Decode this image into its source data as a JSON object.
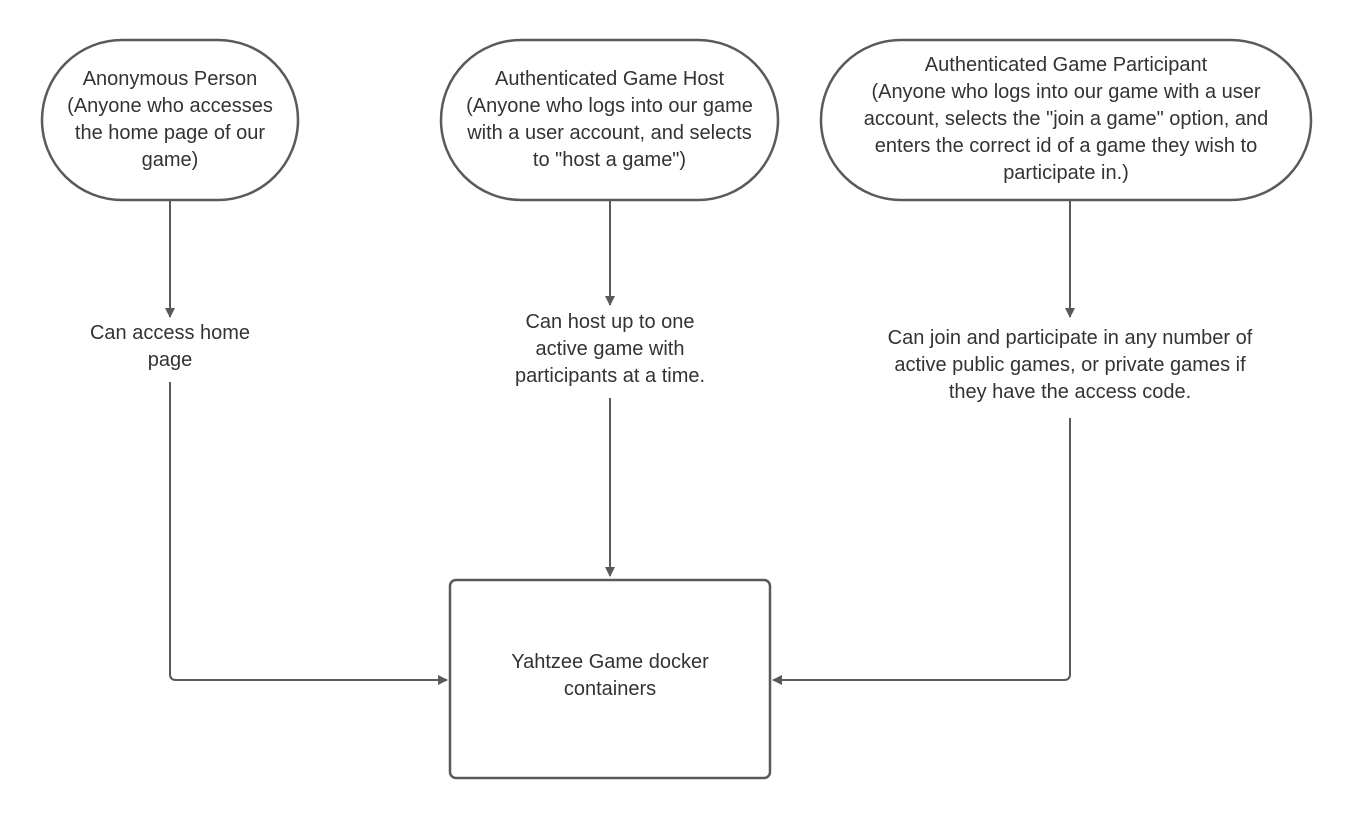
{
  "colors": {
    "line": "#5a5a5a",
    "text": "#333333",
    "background": "#ffffff"
  },
  "nodes": {
    "anonymous": {
      "lines": [
        "Anonymous Person",
        "(Anyone who accesses",
        "the home page of our",
        "game)"
      ]
    },
    "host": {
      "lines": [
        "Authenticated Game Host",
        "(Anyone who logs into our game",
        "with a user account, and selects",
        "to \"host a game\")"
      ]
    },
    "participant": {
      "lines": [
        "Authenticated Game Participant",
        "(Anyone who logs into our game with a user",
        "account, selects the \"join a game\" option, and",
        "enters the correct id of a game they wish to",
        "participate in.)"
      ]
    },
    "containers": {
      "lines": [
        "Yahtzee Game docker",
        "containers"
      ]
    }
  },
  "labels": {
    "anonymous_permission": {
      "lines": [
        "Can access home",
        "page"
      ]
    },
    "host_permission": {
      "lines": [
        "Can host up to one",
        "active game with",
        "participants at a time."
      ]
    },
    "participant_permission": {
      "lines": [
        "Can join and participate in any number of",
        "active public games, or private games if",
        "they have the access code."
      ]
    }
  }
}
